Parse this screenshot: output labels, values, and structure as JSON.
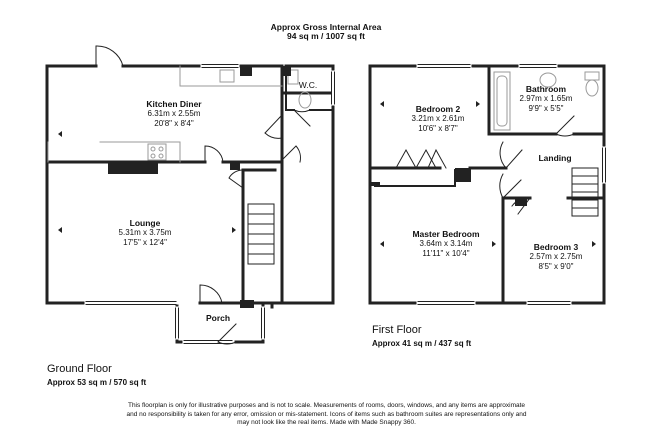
{
  "header": {
    "title": "Approx Gross Internal Area",
    "area": "94 sq m / 1007 sq ft"
  },
  "ground_floor": {
    "label": "Ground Floor",
    "area": "Approx 53 sq m / 570 sq ft",
    "rooms": {
      "kitchen": {
        "name": "Kitchen Diner",
        "metric": "6.31m x 2.55m",
        "imperial": "20'8\" x 8'4\""
      },
      "lounge": {
        "name": "Lounge",
        "metric": "5.31m x 3.75m",
        "imperial": "17'5\" x 12'4\""
      },
      "wc": {
        "name": "W.C."
      },
      "porch": {
        "name": "Porch"
      }
    }
  },
  "first_floor": {
    "label": "First Floor",
    "area": "Approx 41 sq m / 437 sq ft",
    "rooms": {
      "bedroom2": {
        "name": "Bedroom 2",
        "metric": "3.21m x 2.61m",
        "imperial": "10'6\" x 8'7\""
      },
      "bathroom": {
        "name": "Bathroom",
        "metric": "2.97m x 1.65m",
        "imperial": "9'9\" x 5'5\""
      },
      "landing": {
        "name": "Landing"
      },
      "master": {
        "name": "Master Bedroom",
        "metric": "3.64m x 3.14m",
        "imperial": "11'11\" x 10'4\""
      },
      "bedroom3": {
        "name": "Bedroom 3",
        "metric": "2.57m x 2.75m",
        "imperial": "8'5\" x 9'0\""
      }
    }
  },
  "disclaimer": {
    "line1": "This floorplan is only for illustrative purposes and is not to scale. Measurements of rooms, doors, windows, and any items are approximate",
    "line2": "and no responsibility is taken for any error, omission or mis-statement. Icons of items such as bathroom suites are representations only and",
    "line3": "may not look like the real items. Made with Made Snappy 360."
  },
  "colors": {
    "wall": "#222222",
    "fixture": "#9a9a9a",
    "background": "#ffffff"
  }
}
